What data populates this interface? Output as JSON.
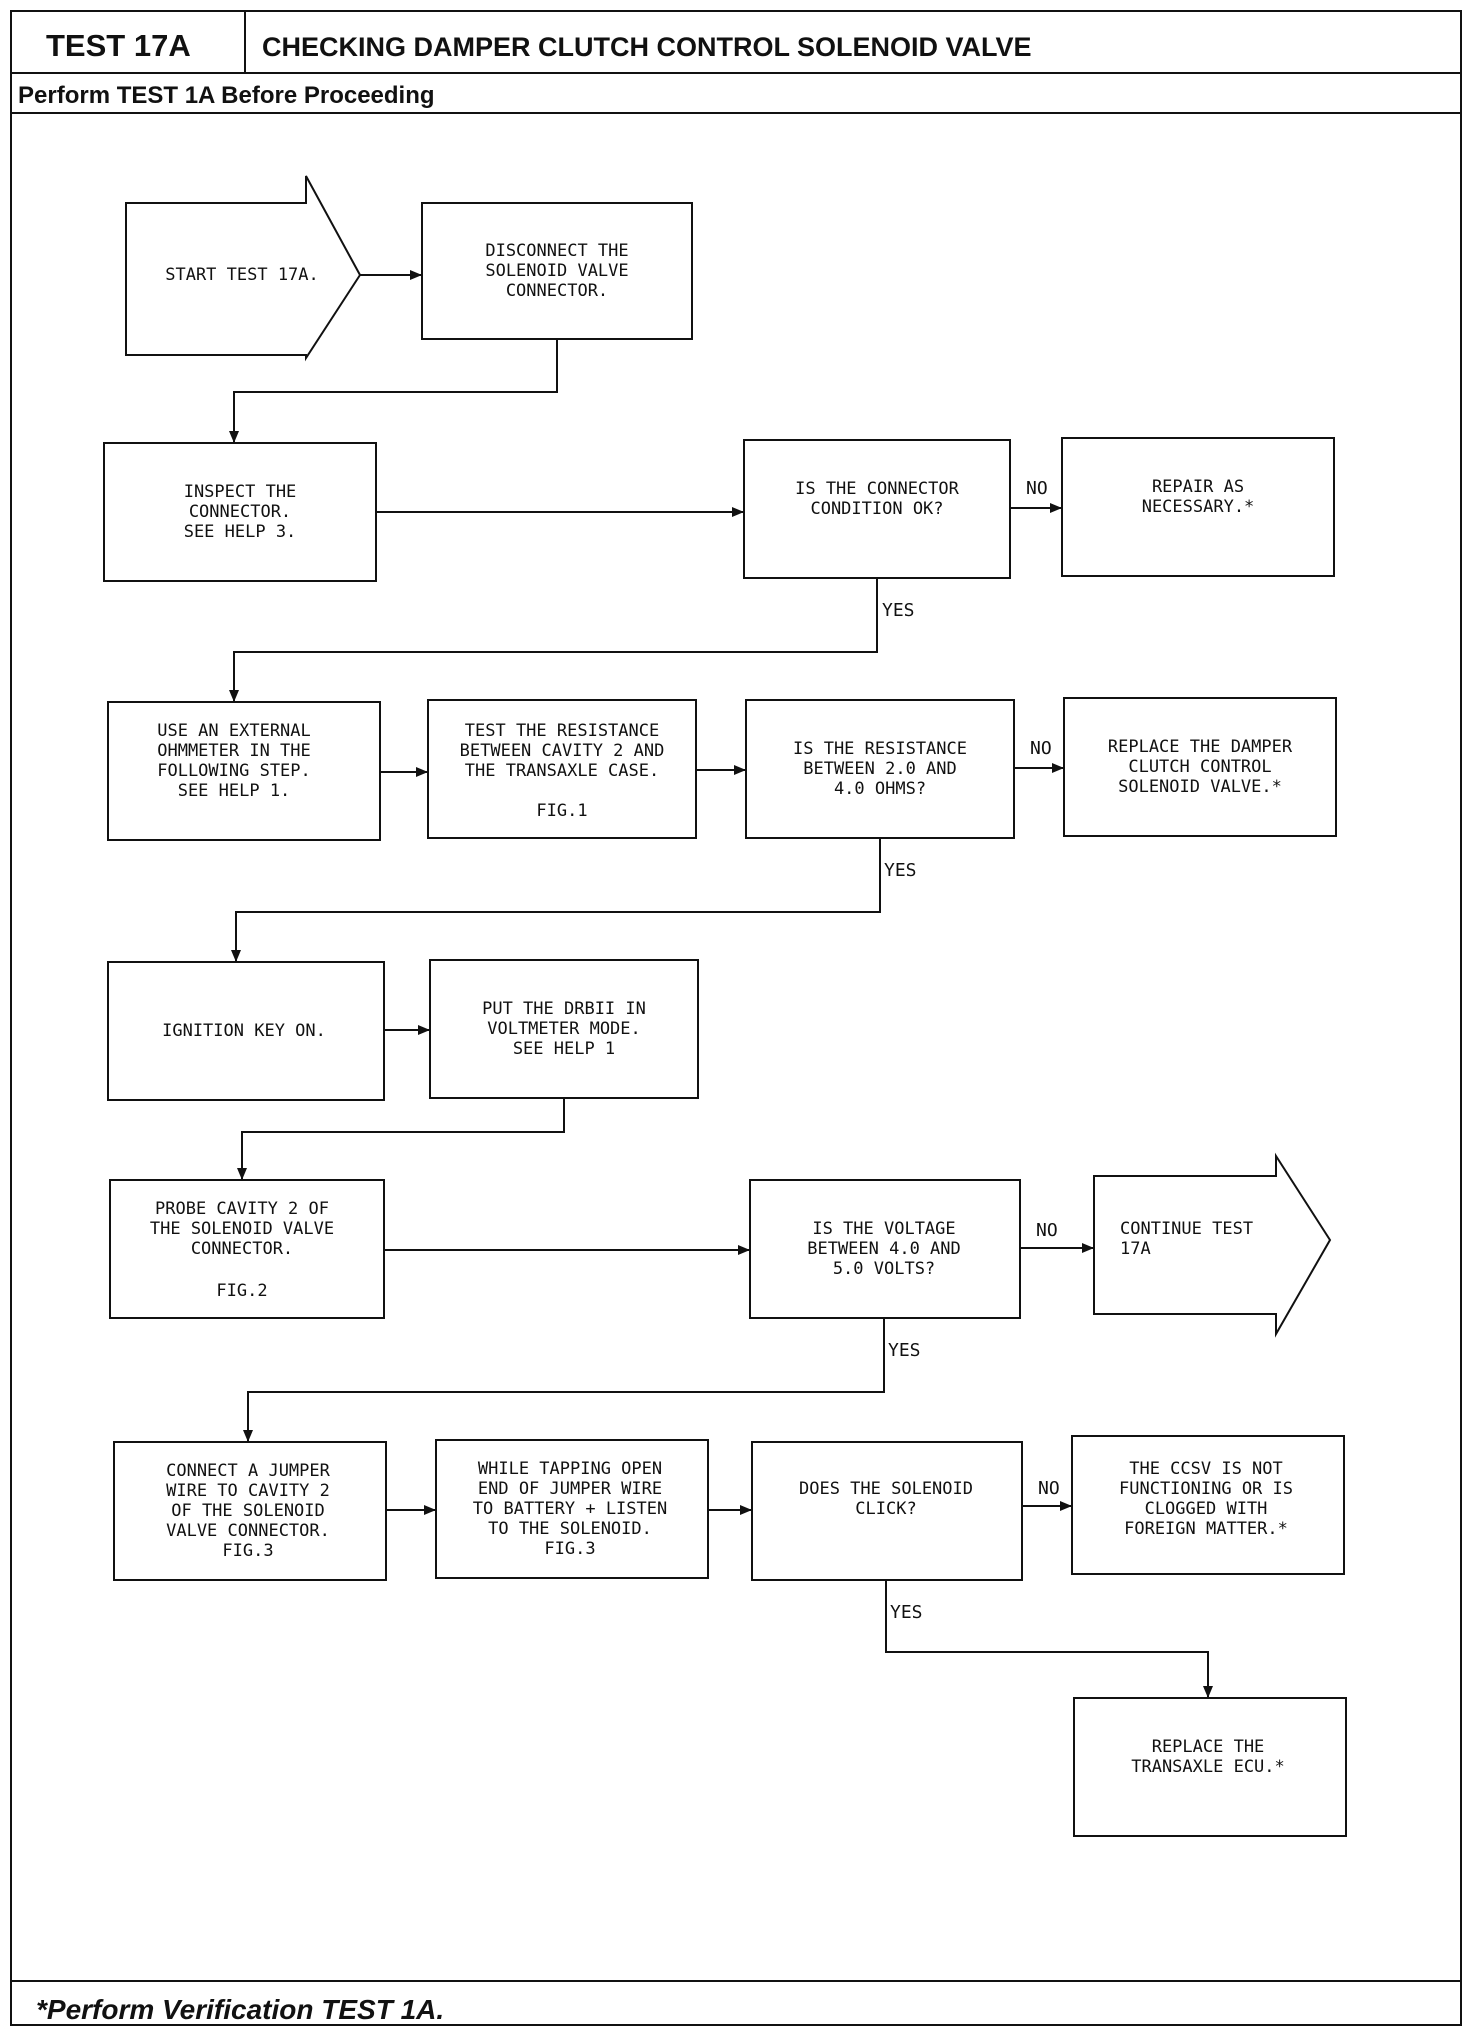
{
  "header": {
    "test_code": "TEST 17A",
    "title": "CHECKING DAMPER CLUTCH CONTROL SOLENOID VALVE",
    "prerequisite": "Perform TEST 1A Before Proceeding"
  },
  "footer": {
    "note": "*Perform Verification TEST 1A."
  },
  "flowchart": {
    "start": [
      "START TEST 17A."
    ],
    "disconnect": [
      "DISCONNECT THE",
      "SOLENOID VALVE",
      "CONNECTOR."
    ],
    "inspect": [
      "INSPECT THE",
      "CONNECTOR.",
      "SEE HELP 3."
    ],
    "q_connector": [
      "IS THE CONNECTOR",
      "CONDITION OK?"
    ],
    "repair": [
      "REPAIR AS",
      "NECESSARY.*"
    ],
    "ohmmeter": [
      "USE AN EXTERNAL",
      "OHMMETER IN THE",
      "FOLLOWING STEP.",
      "SEE HELP 1."
    ],
    "test_resistance": [
      "TEST THE RESISTANCE",
      "BETWEEN CAVITY 2 AND",
      "THE TRANSAXLE CASE."
    ],
    "test_resistance_fig": "FIG.1",
    "q_resistance": [
      "IS THE RESISTANCE",
      "BETWEEN 2.0 AND",
      "4.0 OHMS?"
    ],
    "replace_valve": [
      "REPLACE THE DAMPER",
      "CLUTCH CONTROL",
      "SOLENOID VALVE.*"
    ],
    "ignition": [
      "IGNITION KEY ON."
    ],
    "drbii": [
      "PUT THE DRBII IN",
      "VOLTMETER MODE.",
      "SEE HELP 1"
    ],
    "probe": [
      "PROBE CAVITY 2 OF",
      "THE SOLENOID VALVE",
      "CONNECTOR."
    ],
    "probe_fig": "FIG.2",
    "q_voltage": [
      "IS THE VOLTAGE",
      "BETWEEN 4.0 AND",
      "5.0 VOLTS?"
    ],
    "continue": [
      "CONTINUE TEST",
      "17A"
    ],
    "jumper": [
      "CONNECT A JUMPER",
      "WIRE TO CAVITY 2",
      "OF THE SOLENOID",
      "VALVE CONNECTOR.",
      "FIG.3"
    ],
    "tapping": [
      "WHILE TAPPING OPEN",
      "END OF JUMPER WIRE",
      "TO BATTERY + LISTEN",
      "TO THE SOLENOID.",
      "FIG.3"
    ],
    "q_click": [
      "DOES THE SOLENOID",
      "CLICK?"
    ],
    "ccsv": [
      "THE CCSV IS NOT",
      "FUNCTIONING OR IS",
      "CLOGGED WITH",
      "FOREIGN MATTER.*"
    ],
    "replace_ecu": [
      "REPLACE THE",
      "TRANSAXLE ECU.*"
    ],
    "label_no": "NO",
    "label_yes": "YES"
  }
}
